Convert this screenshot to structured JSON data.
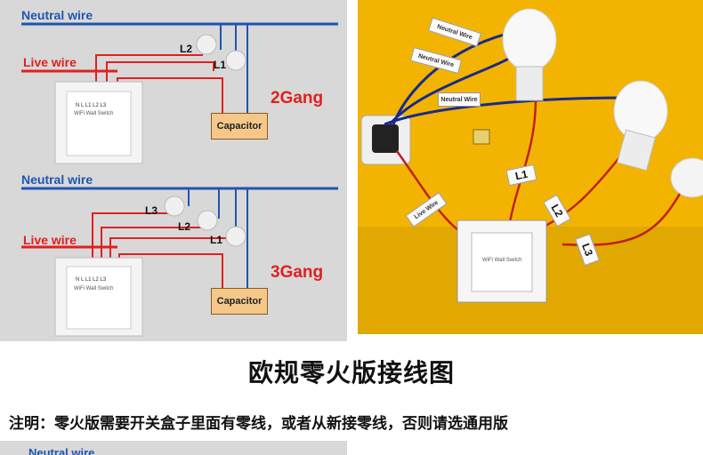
{
  "diagram_2gang": {
    "neutral_label": "Neutral wire",
    "live_label": "Live wire",
    "lamp_labels": [
      "L2",
      "L1"
    ],
    "gang_label": "2Gang",
    "capacitor_label": "Capacitor",
    "switch_text": "WiFi Wall Switch",
    "terminal_labels": [
      "N",
      "L",
      "L1",
      "L2",
      "L3"
    ]
  },
  "diagram_3gang": {
    "neutral_label": "Neutral wire",
    "live_label": "Live wire",
    "lamp_labels": [
      "L3",
      "L2",
      "L1"
    ],
    "gang_label": "3Gang",
    "capacitor_label": "Capacitor",
    "switch_text": "WiFi Wall Switch",
    "terminal_labels": [
      "N",
      "L",
      "L1",
      "L2",
      "L3"
    ]
  },
  "photo": {
    "tags": [
      "Neutral Wire",
      "Neutral Wire",
      "Neutral Wire",
      "Live Wire"
    ],
    "line_tags": [
      "L1",
      "L2",
      "L3"
    ],
    "switch_text": "WiFi Wall Switch"
  },
  "title": "欧规零火版接线图",
  "note": "注明：零火版需要开关盒子里面有零线，或者从新接零线，否则请选通用版",
  "next_diagram": {
    "neutral_label": "Neutral wire"
  },
  "colors": {
    "neutral": "#1f55b0",
    "live": "#e02020",
    "background_diagram": "#d8d8d8",
    "background_photo": "#f2b400"
  }
}
